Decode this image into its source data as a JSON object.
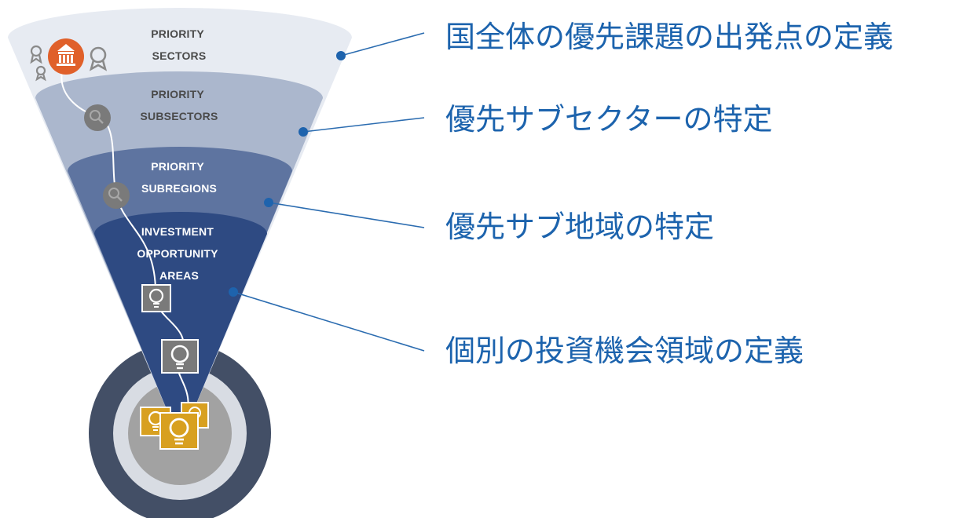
{
  "colors": {
    "tier_1": "#e7ebf2",
    "tier_2": "#abb7cd",
    "tier_3": "#5e74a0",
    "tier_4": "#2e4a82",
    "funnel_tip": "#1f3b72",
    "ring_outer": "#434f66",
    "ring_middle": "#d8dce3",
    "ring_inner": "#a2a2a2",
    "connector_line": "#2b6cb0",
    "connector_dot": "#1e63ad",
    "japanese_text": "#1c63ad",
    "dark_tier_text": "#4a4a4a",
    "light_tier_text": "#ffffff",
    "accent_orange": "#e0602a",
    "accent_gold": "#d8a020",
    "icon_gray": "#7a7a7a"
  },
  "tiers": [
    {
      "lines": [
        "PRIORITY",
        "SECTORS"
      ],
      "description": "国全体の優先課題の出発点の定義"
    },
    {
      "lines": [
        "PRIORITY",
        "SUBSECTORS"
      ],
      "description": "優先サブセクターの特定"
    },
    {
      "lines": [
        "PRIORITY",
        "SUBREGIONS"
      ],
      "description": "優先サブ地域の特定"
    },
    {
      "lines": [
        "INVESTMENT",
        "OPPORTUNITY",
        "AREAS"
      ],
      "description": "個別の投資機会領域の定義"
    }
  ],
  "icons": {
    "sector_icon": "government-building-icon",
    "award_icon": "award-ribbon-icon",
    "subsector_icon": "magnifier-icon",
    "subregion_icon": "magnifier-icon",
    "opportunity_icon": "lightbulb-icon"
  }
}
